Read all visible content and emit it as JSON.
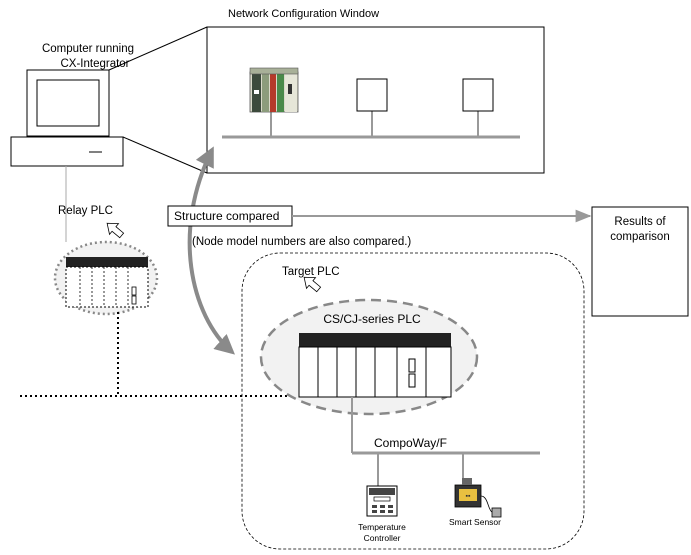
{
  "labels": {
    "network_window_title": "Network Configuration Window",
    "computer_line1": "Computer running",
    "computer_line2": "CX-Integrator",
    "relay_plc": "Relay PLC",
    "structure_compared": "Structure compared",
    "node_note": "(Node model numbers are also compared.)",
    "results_line1": "Results of",
    "results_line2": "comparison",
    "target_plc": "Target PLC",
    "cs_cj_plc": "CS/CJ-series PLC",
    "compoway": "CompoWay/F",
    "temp_line1": "Temperature",
    "temp_line2": "Controller",
    "smart_sensor": "Smart Sensor"
  },
  "colors": {
    "arrow_gray": "#8a8a8a",
    "line_gray": "#999999",
    "plc_fill": "#f2f2f2",
    "dashed_gray": "#888888"
  }
}
